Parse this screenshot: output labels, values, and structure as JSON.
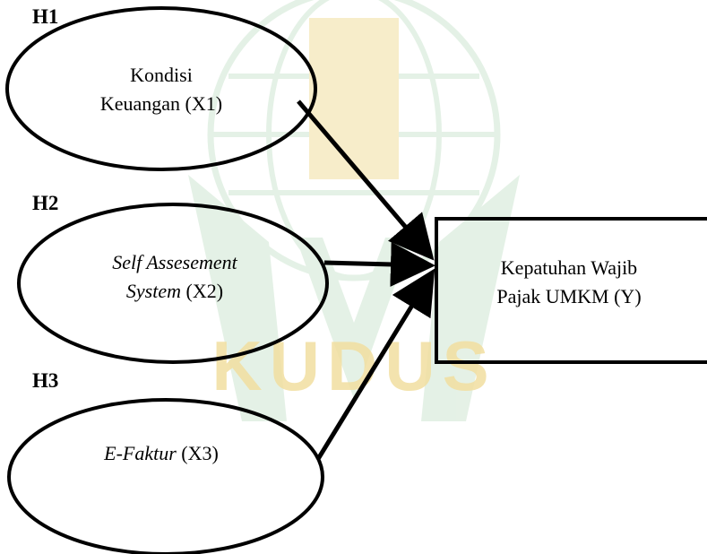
{
  "hypotheses": [
    "H1",
    "H2",
    "H3"
  ],
  "nodes": {
    "x1": {
      "line1": "Kondisi",
      "line2": "Keuangan (X1)"
    },
    "x2": {
      "line1_italic": "Self Assesement",
      "line2_italic": "System",
      "line2_rest": " (X2)"
    },
    "x3": {
      "italic": "E-Faktur",
      "rest": " (X3)"
    },
    "y": {
      "line1": "Kepatuhan Wajib",
      "line2": "Pajak UMKM (Y)"
    }
  },
  "watermark": {
    "text": "KUDUS",
    "color": "#f2dfa0",
    "green": "#cfe6d2"
  },
  "colors": {
    "stroke": "#000000",
    "background": "#ffffff"
  },
  "edges": [
    {
      "from": "x1",
      "to": "y",
      "label": "H1"
    },
    {
      "from": "x2",
      "to": "y",
      "label": "H2"
    },
    {
      "from": "x3",
      "to": "y",
      "label": "H3"
    }
  ]
}
